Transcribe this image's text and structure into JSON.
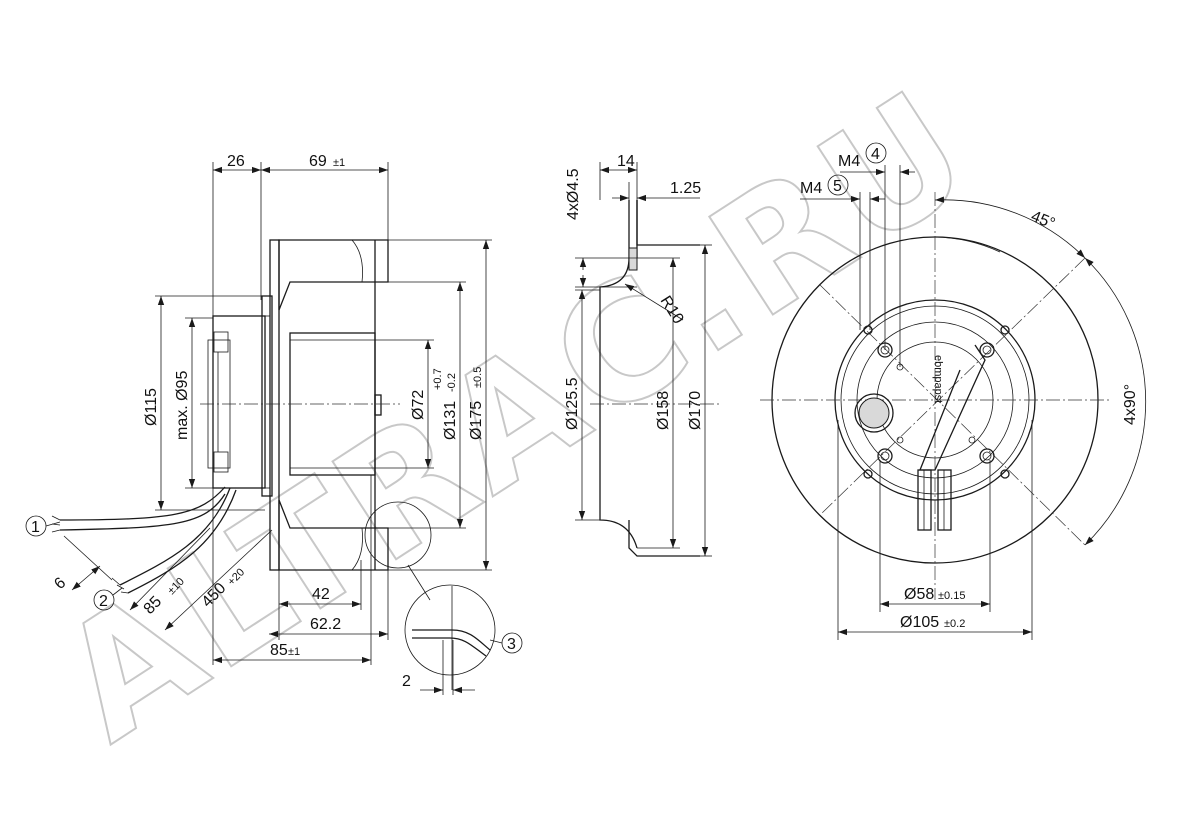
{
  "watermark": "ALTRAC.RU",
  "logo": "ebmpapst",
  "side_view": {
    "top_dims": {
      "d26": "26",
      "d69": "69",
      "d69_tol": "±1"
    },
    "d115": "Ø115",
    "d95": "max. Ø95",
    "d72": "Ø72",
    "d131": "Ø131",
    "d131_tol_up": "+0.7",
    "d131_tol_dn": "-0.2",
    "d175": "Ø175",
    "d175_tol": "±0.5",
    "bottom_dims": {
      "d42": "42",
      "d622": "62.2",
      "d85": "85",
      "d85_tol": "±1"
    },
    "cable": {
      "d6": "6",
      "d85c": "85",
      "d85c_tol": "±10",
      "d450": "450",
      "d450_tol": "+20"
    },
    "detail_dim": "2",
    "callouts": [
      "1",
      "2",
      "3"
    ]
  },
  "section_view": {
    "holes": "4xØ4.5",
    "d14": "14",
    "d125": "1.25",
    "r10": "R10",
    "d1255": "Ø125.5",
    "d158": "Ø158",
    "d170": "Ø170"
  },
  "front_view": {
    "m4_a": "M4",
    "m4_b": "M4",
    "callouts": [
      "4",
      "5"
    ],
    "angle": "45°",
    "pattern": "4x90°",
    "d58": "Ø58",
    "d58_tol": "±0.15",
    "d105": "Ø105",
    "d105_tol": "±0.2"
  }
}
